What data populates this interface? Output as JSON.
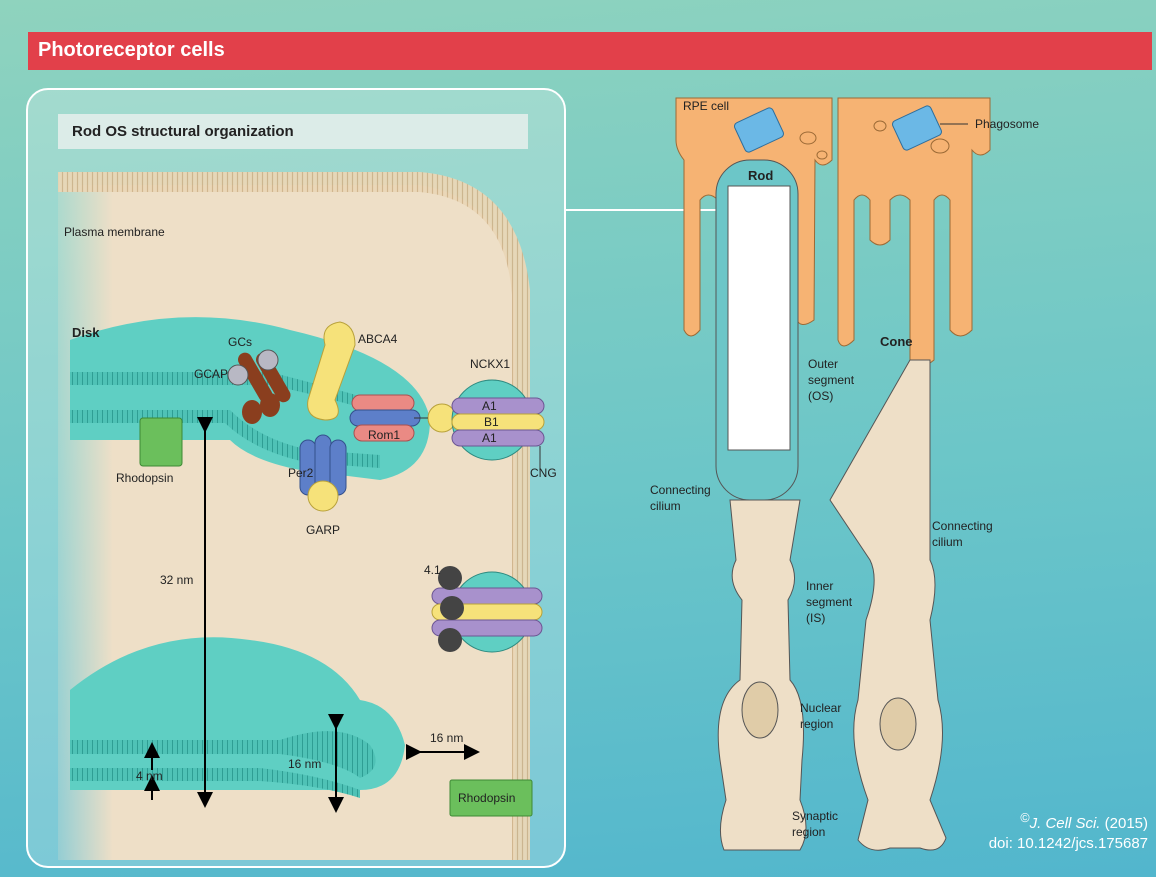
{
  "banner": {
    "title": "Photoreceptor cells"
  },
  "inset": {
    "title": "Rod OS structural organization",
    "labels": {
      "plasma_membrane": "Plasma membrane",
      "disk": "Disk",
      "gcs": "GCs",
      "gcap": "GCAP",
      "abca4": "ABCA4",
      "nckx1": "NCKX1",
      "a1_top": "A1",
      "b1": "B1",
      "a1_bottom": "A1",
      "rom1": "Rom1",
      "cng": "CNG",
      "rhodopsin_disk": "Rhodopsin",
      "per2": "Per2",
      "garp": "GARP",
      "dist_32": "32 nm",
      "p41": "4.1",
      "dist_4": "4 nm",
      "dist_16_disk": "16 nm",
      "dist_16_gap": "16 nm",
      "rhodopsin_pm": "Rhodopsin"
    }
  },
  "cells": {
    "rpe": "RPE cell",
    "phagosome": "Phagosome",
    "rod": "Rod",
    "cone": "Cone",
    "outer_segment": [
      "Outer",
      "segment",
      "(OS)"
    ],
    "connecting_cilium_rod": [
      "Connecting",
      "cilium"
    ],
    "connecting_cilium_cone": [
      "Connecting",
      "cilium"
    ],
    "inner_segment": [
      "Inner",
      "segment",
      "(IS)"
    ],
    "nuclear_region": [
      "Nuclear",
      "region"
    ],
    "synaptic_region": [
      "Synaptic",
      "region"
    ]
  },
  "credit": {
    "sup": "©",
    "journal": "J. Cell Sci.",
    "year": "(2015)",
    "doi": "doi: 10.1242/jcs.175687"
  },
  "colors": {
    "banner": "#e2404a",
    "cytoplasm": "#eedfc7",
    "disk": "#5fcfc3",
    "rpe": "#f6b373",
    "protein_blue": "#5d7fc9",
    "protein_yellow": "#f6e27a",
    "protein_purple": "#a891cc",
    "protein_pink": "#ea8a84",
    "rhodopsin": "#6bbf5c",
    "gc_brown": "#8a3e1e"
  }
}
